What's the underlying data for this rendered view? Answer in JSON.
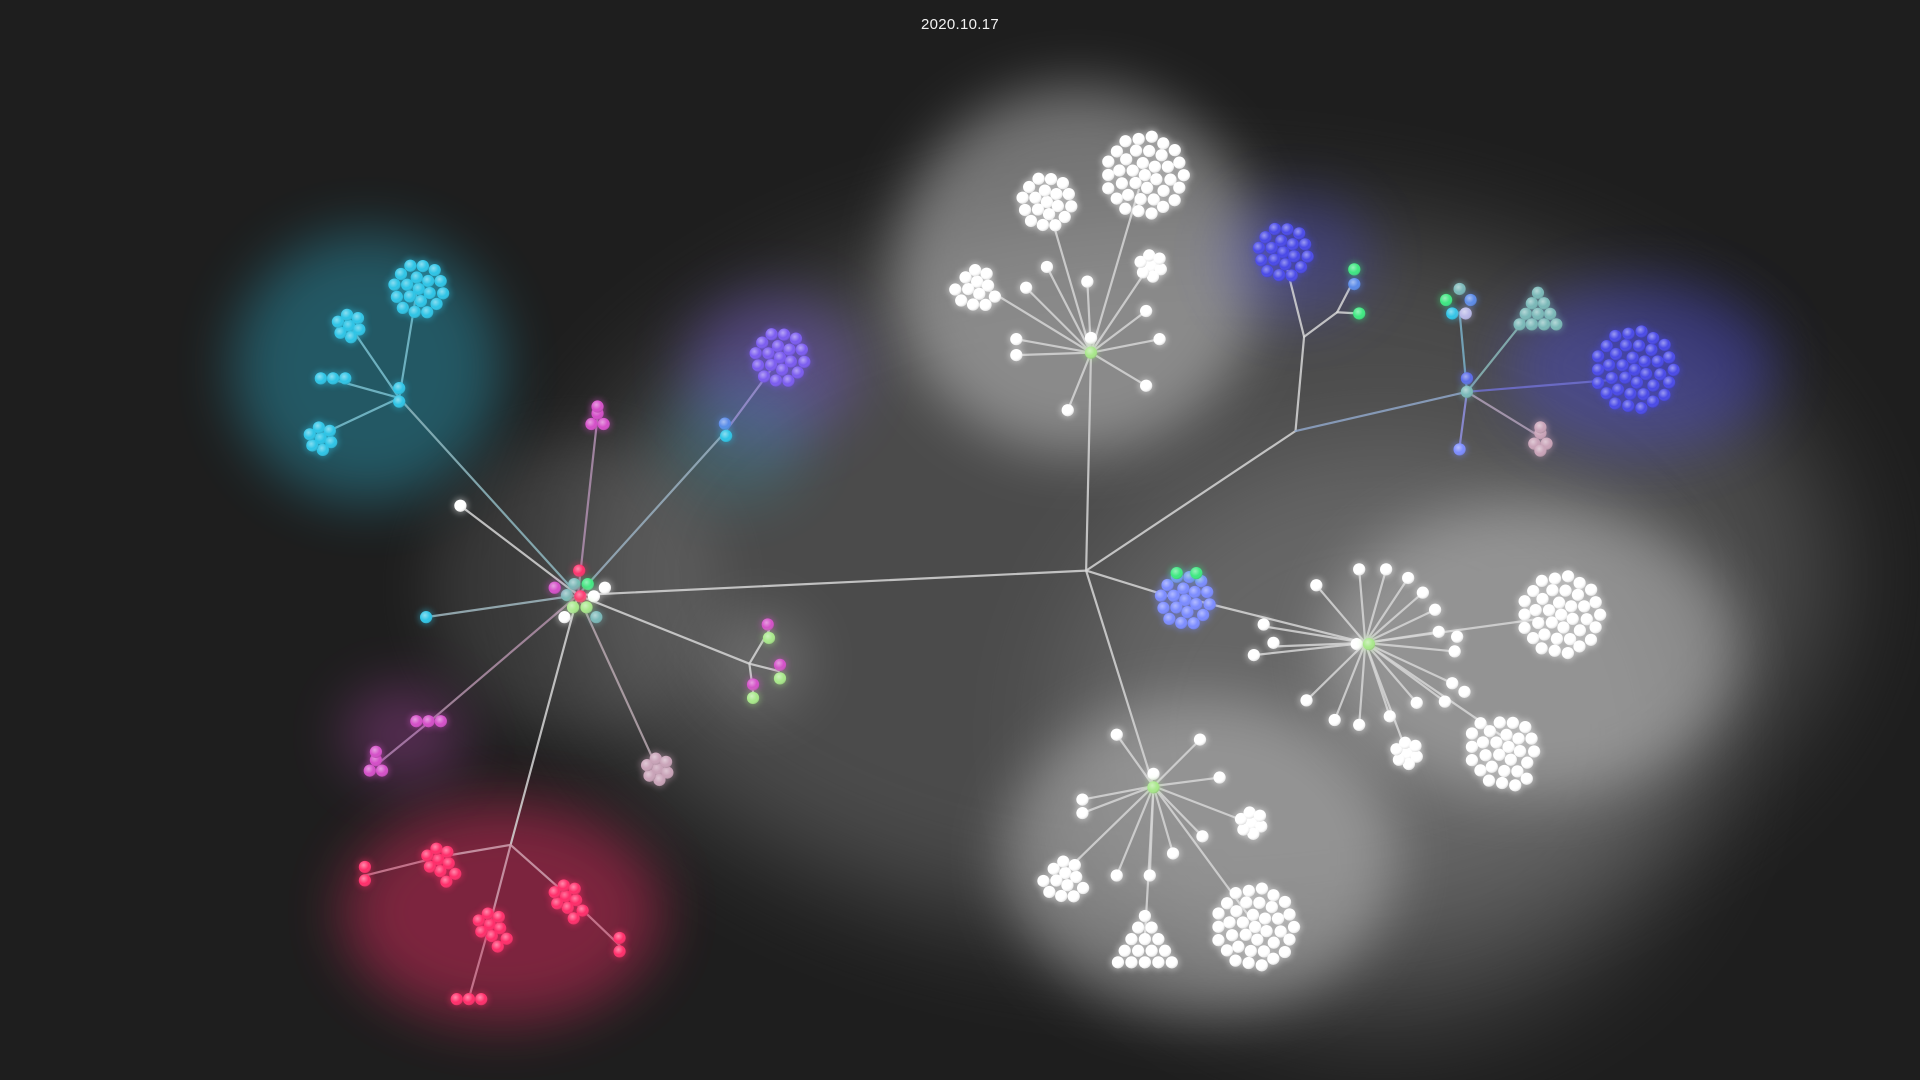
{
  "header": {
    "date": "2020.10.17"
  },
  "colors": {
    "background": "#1e1e1e",
    "edge": "#d6d6d6",
    "white_node": "#ffffff",
    "cyan": "#2ec4e6",
    "purple": "#7b5cf0",
    "magenta": "#d44fc8",
    "crimson": "#ff2e6a",
    "dusty_pink": "#c9a3b8",
    "light_green": "#a8e88a",
    "blue": "#4a4ae8",
    "periwinkle": "#7c8cff",
    "teal": "#7ab8b8",
    "green": "#3ee880"
  },
  "graph": {
    "type": "network",
    "hubs": [
      "central-junction",
      "left-hub",
      "upper-white-hub",
      "upper-right-junction",
      "right-junction",
      "right-white-hub",
      "lower-white-hub"
    ],
    "clusters": [
      {
        "name": "cyan-group",
        "color": "cyan"
      },
      {
        "name": "purple-group",
        "color": "purple"
      },
      {
        "name": "magenta-group",
        "color": "magenta"
      },
      {
        "name": "crimson-group",
        "color": "crimson"
      },
      {
        "name": "dusty-pink-group",
        "color": "dusty_pink"
      },
      {
        "name": "blue-group",
        "color": "blue"
      },
      {
        "name": "periwinkle-group",
        "color": "periwinkle"
      },
      {
        "name": "teal-group",
        "color": "teal"
      },
      {
        "name": "white-groups",
        "color": "white_node"
      }
    ]
  }
}
